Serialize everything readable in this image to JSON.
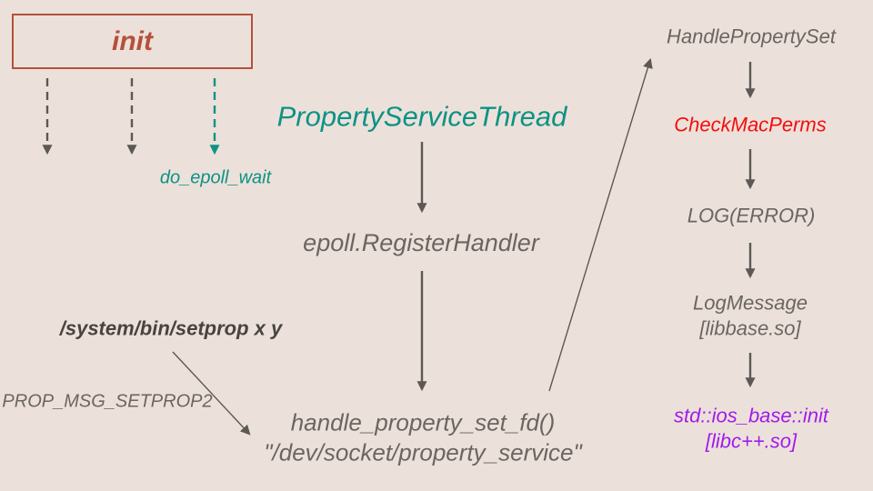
{
  "colors": {
    "background": "#ECE1DA",
    "brick": "#B5503C",
    "teal": "#0D9285",
    "gray": "#6A6562",
    "dark": "#474340",
    "red": "#F50D0D",
    "purple": "#A21BEA",
    "arrow": "#5C5855"
  },
  "nodes": {
    "init": "init",
    "do_epoll_wait": "do_epoll_wait",
    "property_service_thread": "PropertyServiceThread",
    "epoll_register_handler": "epoll.RegisterHandler",
    "handle_property_set_fd": "handle_property_set_fd()",
    "dev_socket": "\"/dev/socket/property_service\"",
    "setprop": "/system/bin/setprop x y",
    "prop_msg_setprop2": "PROP_MSG_SETPROP2",
    "handle_property_set": "HandlePropertySet",
    "check_mac_perms": "CheckMacPerms",
    "log_error": "LOG(ERROR)",
    "log_message": "LogMessage",
    "libbase": "[libbase.so]",
    "ios_base_init": "std::ios_base::init",
    "libcpp": "[libc++.so]"
  }
}
